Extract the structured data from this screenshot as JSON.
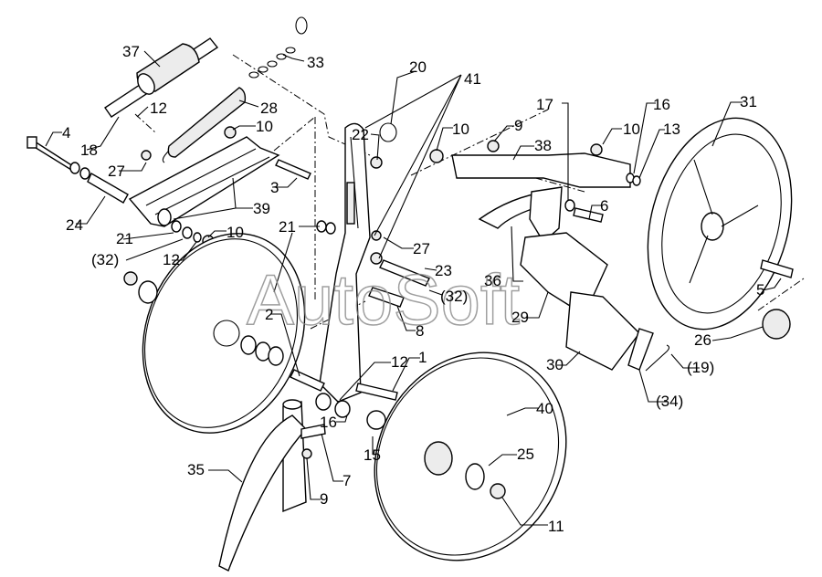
{
  "watermark": "AutoSoft",
  "callouts": [
    {
      "id": "c37",
      "text": "37"
    },
    {
      "id": "c33",
      "text": "33"
    },
    {
      "id": "c12a",
      "text": "12"
    },
    {
      "id": "c28",
      "text": "28"
    },
    {
      "id": "c20",
      "text": "20"
    },
    {
      "id": "c41",
      "text": "41"
    },
    {
      "id": "c4",
      "text": "4"
    },
    {
      "id": "c10a",
      "text": "10"
    },
    {
      "id": "c18",
      "text": "18"
    },
    {
      "id": "c27a",
      "text": "27"
    },
    {
      "id": "c3",
      "text": "3"
    },
    {
      "id": "c39",
      "text": "39"
    },
    {
      "id": "c24",
      "text": "24"
    },
    {
      "id": "c21a",
      "text": "21"
    },
    {
      "id": "c32a",
      "text": "(32)"
    },
    {
      "id": "c12b",
      "text": "12"
    },
    {
      "id": "c10b",
      "text": "10"
    },
    {
      "id": "c22",
      "text": "22"
    },
    {
      "id": "c10c",
      "text": "10"
    },
    {
      "id": "c9a",
      "text": "9"
    },
    {
      "id": "c38",
      "text": "38"
    },
    {
      "id": "c17",
      "text": "17"
    },
    {
      "id": "c16a",
      "text": "16"
    },
    {
      "id": "c10d",
      "text": "10"
    },
    {
      "id": "c13",
      "text": "13"
    },
    {
      "id": "c31",
      "text": "31"
    },
    {
      "id": "c21b",
      "text": "21"
    },
    {
      "id": "c27b",
      "text": "27"
    },
    {
      "id": "c6",
      "text": "6"
    },
    {
      "id": "c23",
      "text": "23"
    },
    {
      "id": "c32b",
      "text": "(32)"
    },
    {
      "id": "c36",
      "text": "36"
    },
    {
      "id": "c8",
      "text": "8"
    },
    {
      "id": "c29",
      "text": "29"
    },
    {
      "id": "c5",
      "text": "5"
    },
    {
      "id": "c26",
      "text": "26"
    },
    {
      "id": "c2",
      "text": "2"
    },
    {
      "id": "c12c",
      "text": "12"
    },
    {
      "id": "c1",
      "text": "1"
    },
    {
      "id": "c30",
      "text": "30"
    },
    {
      "id": "c19",
      "text": "(19)"
    },
    {
      "id": "c34",
      "text": "(34)"
    },
    {
      "id": "c40",
      "text": "40"
    },
    {
      "id": "c25",
      "text": "25"
    },
    {
      "id": "c16b",
      "text": "16"
    },
    {
      "id": "c15",
      "text": "15"
    },
    {
      "id": "c7",
      "text": "7"
    },
    {
      "id": "c35",
      "text": "35"
    },
    {
      "id": "c9b",
      "text": "9"
    },
    {
      "id": "c11",
      "text": "11"
    }
  ]
}
